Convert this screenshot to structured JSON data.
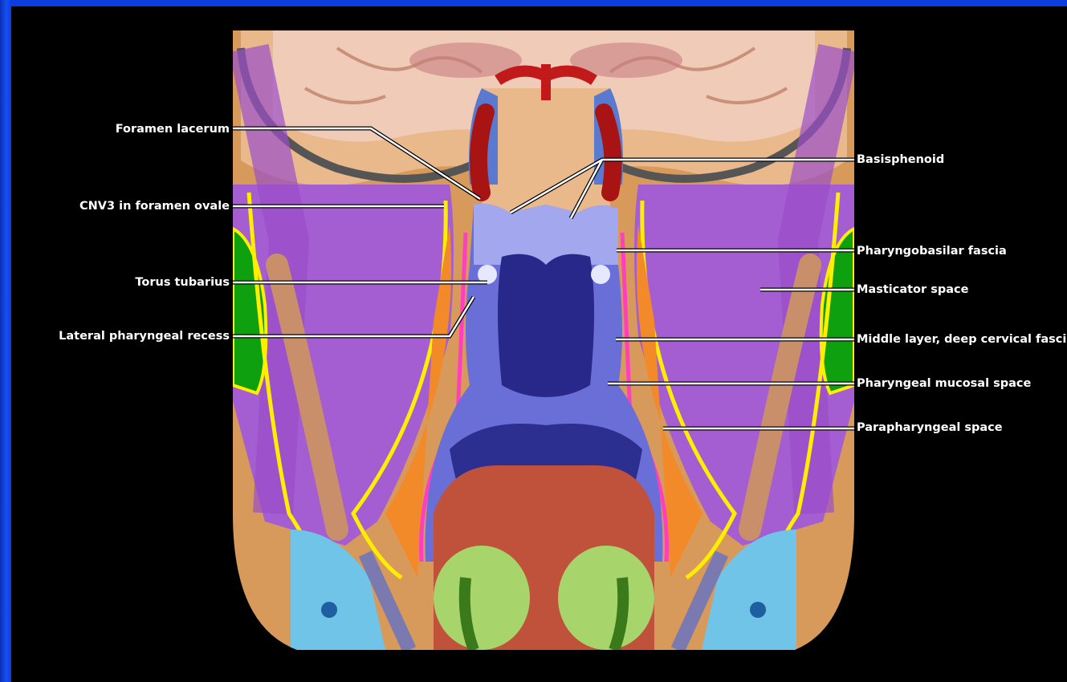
{
  "labels_left": [
    {
      "id": "foramen-lacerum",
      "text": "Foramen lacerum"
    },
    {
      "id": "cnv3",
      "text": "CNV3 in foramen ovale"
    },
    {
      "id": "torus",
      "text": "Torus tubarius"
    },
    {
      "id": "lateral-recess",
      "text": "Lateral pharyngeal recess"
    }
  ],
  "labels_right": [
    {
      "id": "basisphenoid",
      "text": "Basisphenoid"
    },
    {
      "id": "pharyngobasilar",
      "text": "Pharyngobasilar fascia"
    },
    {
      "id": "masticator",
      "text": "Masticator space"
    },
    {
      "id": "middle-layer",
      "text": "Middle layer, deep cervical fascia"
    },
    {
      "id": "mucosal",
      "text": "Pharyngeal mucosal space"
    },
    {
      "id": "parapharyngeal",
      "text": "Parapharyngeal space"
    }
  ],
  "colors": {
    "background": "#000000",
    "frame": "#1550f0",
    "brain": "#f0c9b6",
    "bone": "#e8b98a",
    "muscle": "#a45bd1",
    "mucosal": "#6b6fd6",
    "airway": "#2a2a8a",
    "parapharyngeal": "#f28a2a",
    "fascia_yellow": "#ffee00",
    "fascia_pink": "#ff3fc0",
    "green": "#109c10",
    "tongue": "#c0503a",
    "gland": "#a6d46a",
    "lightblue": "#6fc4e8",
    "artery": "#c21a1a"
  }
}
